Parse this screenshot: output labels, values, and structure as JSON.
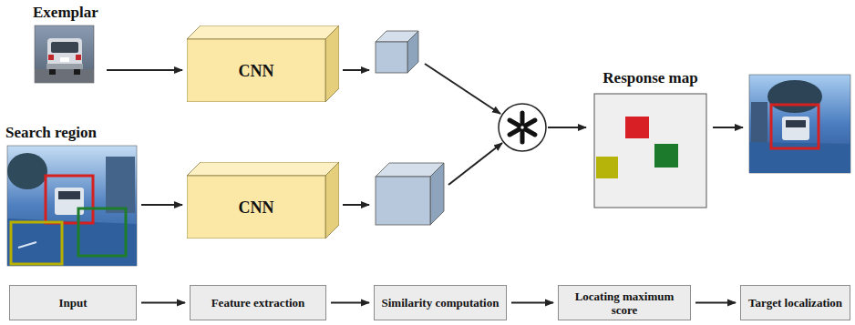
{
  "diagram": {
    "nodes": [
      {
        "text": [
          "Exemplar"
        ]
      },
      {
        "text": [
          "CNN"
        ]
      },
      {
        "text": [
          "Search region"
        ]
      },
      {
        "text": [
          "CNN"
        ]
      },
      {
        "text": [
          "Response map"
        ]
      },
      {
        "text": [
          "Input"
        ]
      },
      {
        "text": [
          "Feature extraction"
        ]
      },
      {
        "text": [
          "Similarity computation"
        ]
      },
      {
        "text": [
          "Locating maximum score"
        ]
      },
      {
        "text": [
          "Target localization"
        ]
      }
    ],
    "edges": [
      {
        "from": 0,
        "to": 1,
        "arrow": "to"
      },
      {
        "from": 2,
        "to": 3,
        "arrow": "to"
      },
      {
        "from": 5,
        "to": 6,
        "arrow": "to"
      },
      {
        "from": 6,
        "to": 7,
        "arrow": "to"
      },
      {
        "from": 7,
        "to": 8,
        "arrow": "to"
      },
      {
        "from": 8,
        "to": 9,
        "arrow": "to"
      }
    ]
  }
}
